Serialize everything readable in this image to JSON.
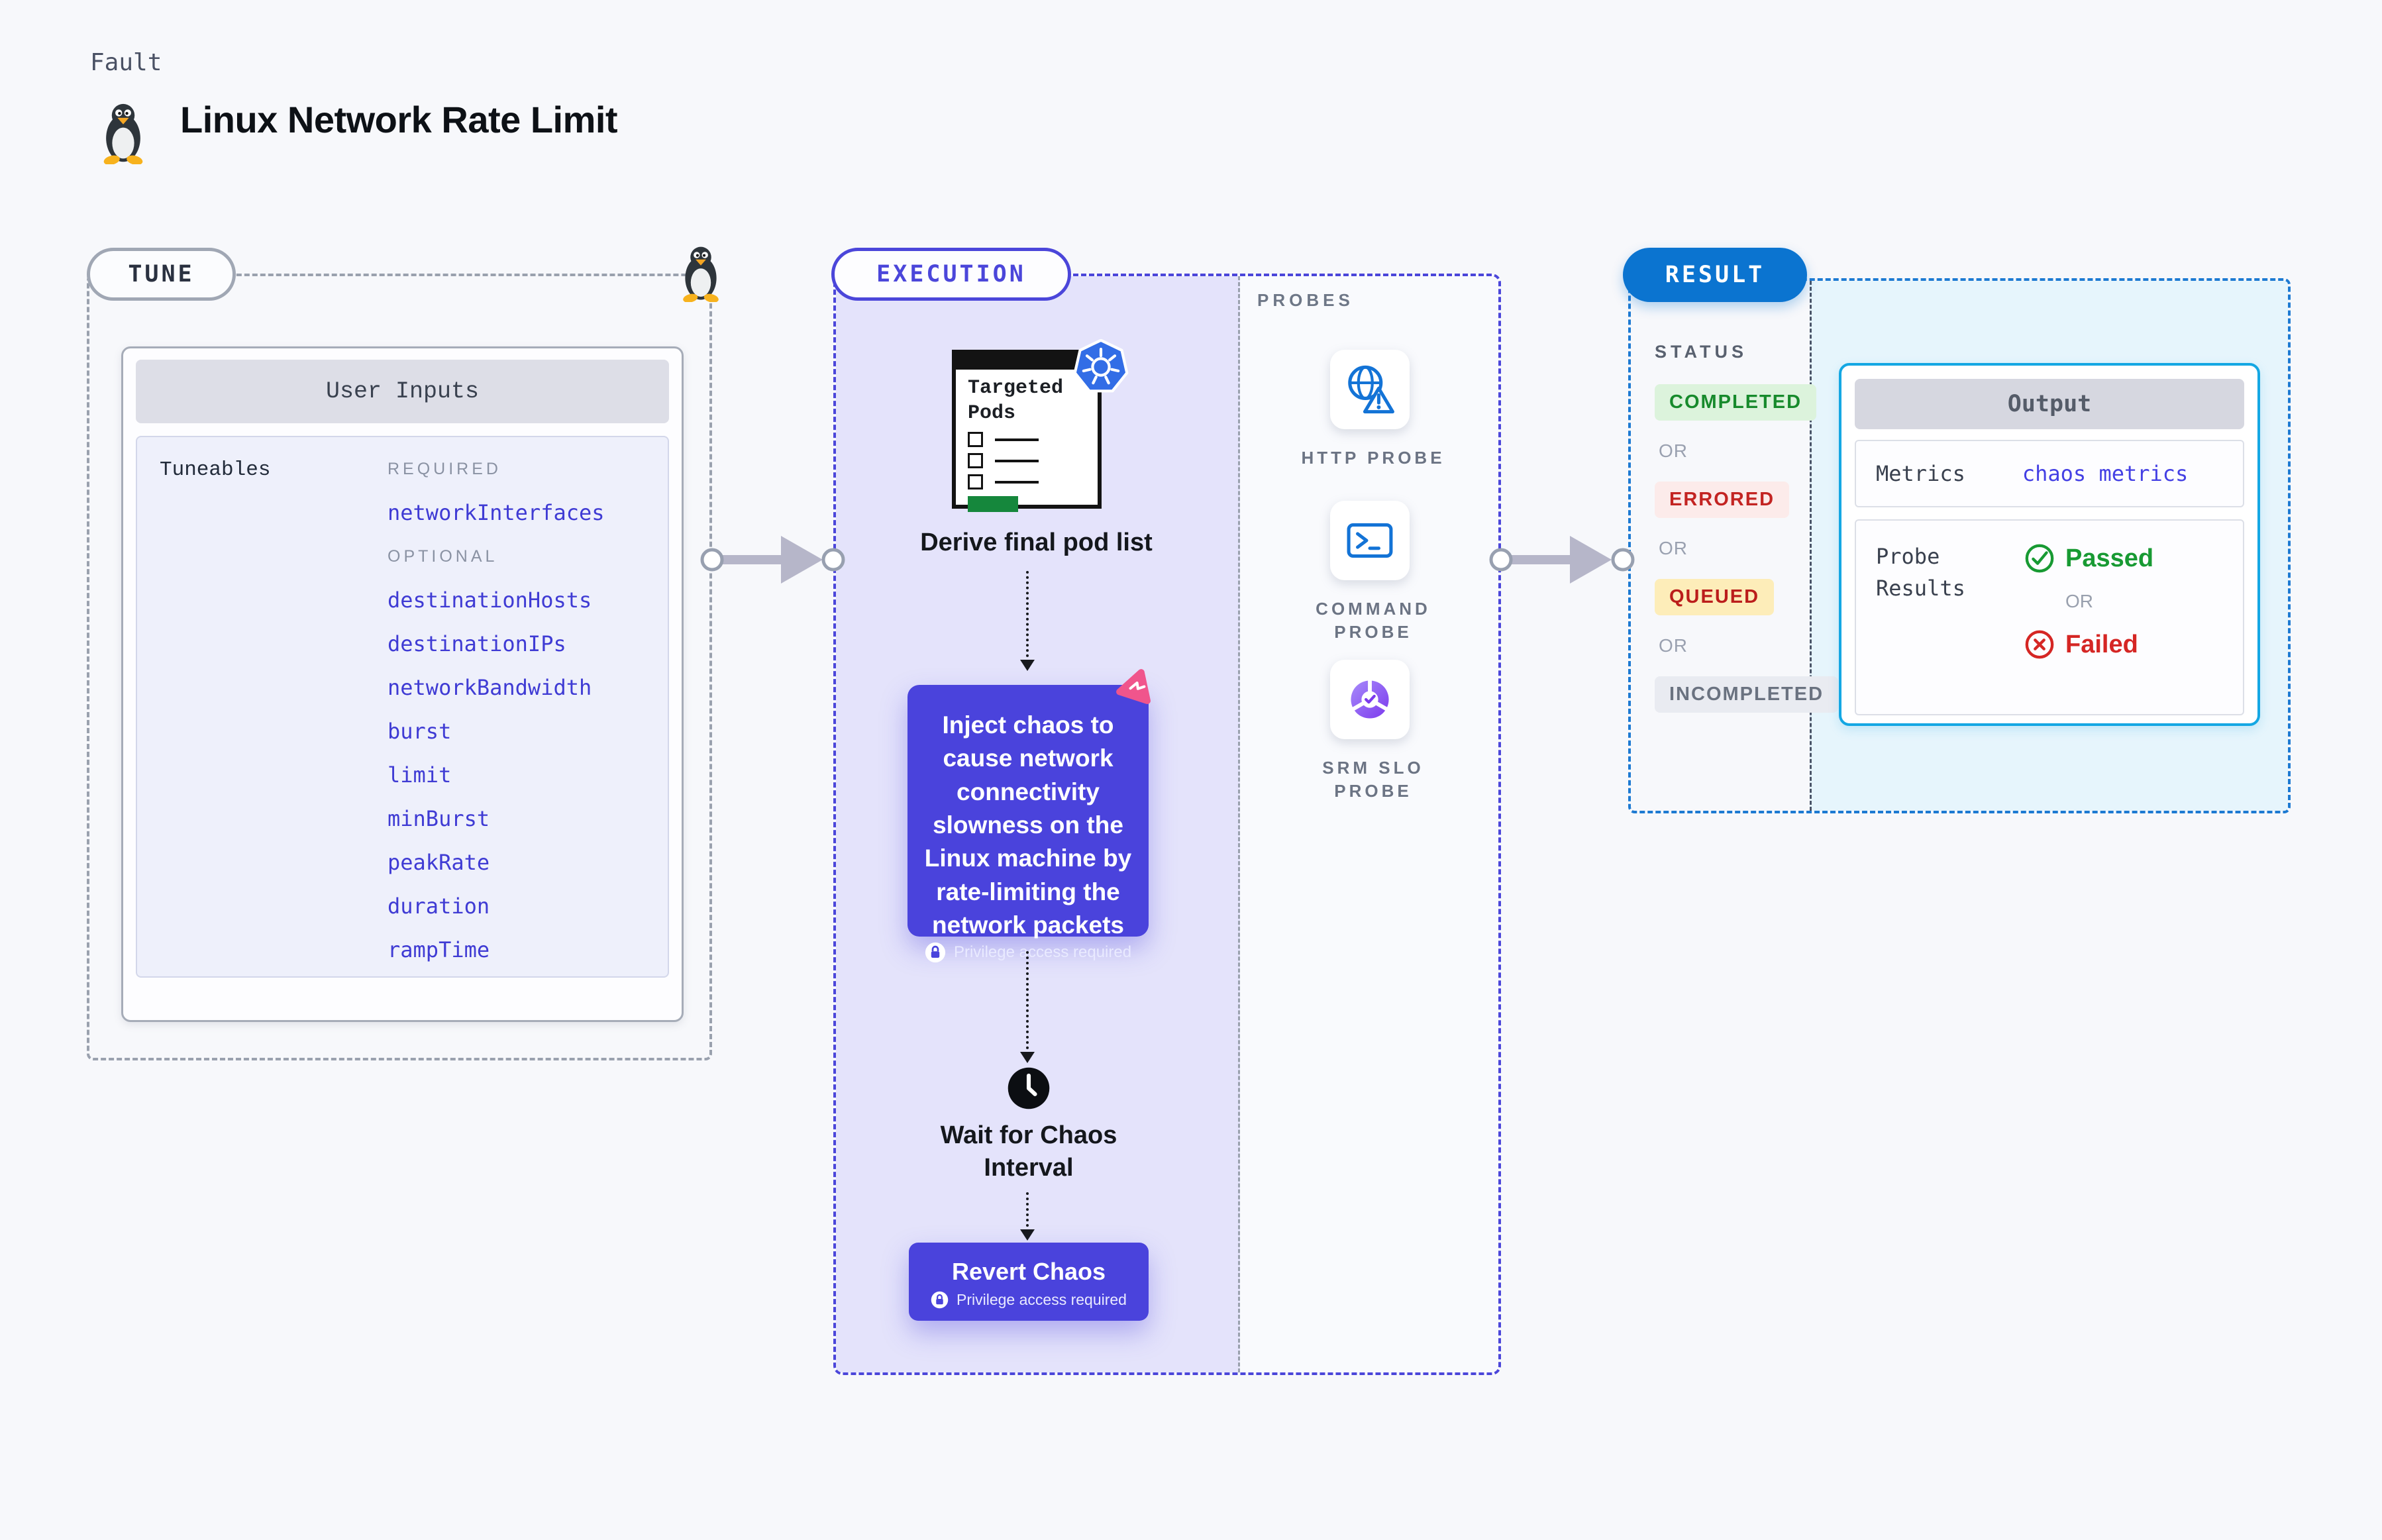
{
  "page": {
    "kicker": "Fault",
    "title": "Linux Network Rate Limit"
  },
  "tune": {
    "badge": "TUNE",
    "user_inputs_title": "User Inputs",
    "tuneables_label": "Tuneables",
    "required_label": "REQUIRED",
    "optional_label": "OPTIONAL",
    "required": [
      "networkInterfaces"
    ],
    "optional": [
      "destinationHosts",
      "destinationIPs",
      "networkBandwidth",
      "burst",
      "limit",
      "minBurst",
      "peakRate",
      "duration",
      "rampTime"
    ]
  },
  "execution": {
    "badge": "EXECUTION",
    "targeted_pods_label": "Targeted Pods",
    "derive_label": "Derive final pod list",
    "inject_text": "Inject chaos to cause network connectivity slowness on the Linux machine by rate-limiting the network packets",
    "wait_text": "Wait for Chaos Interval",
    "revert_text": "Revert Chaos",
    "privilege_text": "Privilege access required"
  },
  "probes": {
    "label": "PROBES",
    "items": [
      {
        "icon": "http-probe-icon",
        "label": "HTTP PROBE"
      },
      {
        "icon": "command-probe-icon",
        "label": "COMMAND PROBE"
      },
      {
        "icon": "srm-slo-probe-icon",
        "label": "SRM SLO PROBE"
      }
    ]
  },
  "result": {
    "badge": "RESULT",
    "status_label": "STATUS",
    "or_label": "OR",
    "statuses": [
      {
        "label": "COMPLETED",
        "fg": "#178a2c",
        "bg": "#dcf3dc"
      },
      {
        "label": "ERRORED",
        "fg": "#c32422",
        "bg": "#fcebea"
      },
      {
        "label": "QUEUED",
        "fg": "#bb1d1b",
        "bg": "#fdedb9"
      },
      {
        "label": "INCOMPLETED",
        "fg": "#6a7280",
        "bg": "#e9ebf1"
      }
    ],
    "output": {
      "title": "Output",
      "metrics_label": "Metrics",
      "metrics_value": "chaos metrics",
      "probe_results_label": "Probe Results",
      "passed_label": "Passed",
      "or_label": "OR",
      "failed_label": "Failed"
    }
  },
  "colors": {
    "page_bg": "#f7f8fb",
    "accent_indigo": "#4a43dc",
    "accent_blue": "#0b74d0",
    "execution_fill": "#e4e3fb",
    "result_fill": "#e6f5fc",
    "output_border": "#14a7e3",
    "metrics_value_color": "#4440e4",
    "passed_color": "#189a33",
    "failed_color": "#d52624",
    "kubernetes_blue": "#326de6",
    "probe_icon_blue": "#1373d6",
    "chaos_pink": "#f0558c",
    "targeted_pods_green": "#15873c"
  }
}
